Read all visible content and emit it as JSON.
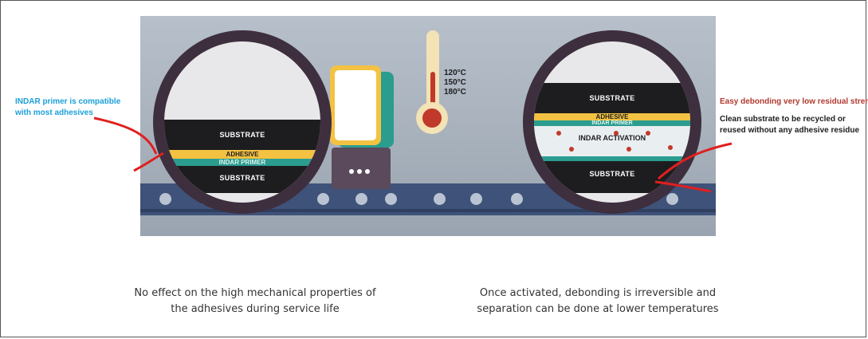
{
  "left_lens": {
    "substrate_top": "SUBSTRATE",
    "adhesive": "ADHESIVE",
    "primer": "INDAR PRIMER",
    "substrate_bottom": "SUBSTRATE"
  },
  "right_lens": {
    "substrate_top": "SUBSTRATE",
    "adhesive": "ADHESIVE",
    "primer": "INDAR PRIMER",
    "activation": "INDAR ACTIVATION",
    "substrate_bottom": "SUBSTRATE"
  },
  "thermometer": {
    "temps": [
      "120°C",
      "150°C",
      "180°C"
    ]
  },
  "notes": {
    "left": "INDAR primer is compatible with most adhesives",
    "right_title": "Easy debonding very low residual strength",
    "right_body": "Clean substrate to be recycled or reused without any adhesive residue"
  },
  "captions": {
    "left_line1": "No effect on the high mechanical properties of",
    "left_line2": "the adhesives during service life",
    "right_line1": "Once activated, debonding is irreversible and",
    "right_line2": "separation can be done at lower temperatures"
  },
  "colors": {
    "note_left": "#1a9fd9",
    "note_right_title": "#b03a2e",
    "arrow": "#e02020",
    "panel": "#a9b2bd",
    "conveyor": "#3f5279"
  }
}
